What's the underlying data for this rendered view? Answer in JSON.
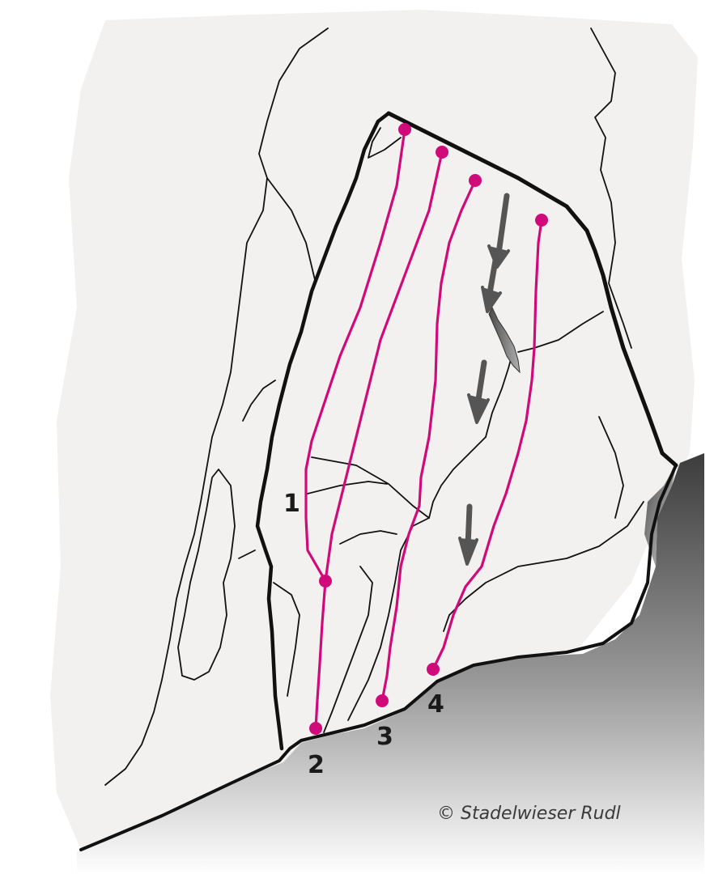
{
  "colors": {
    "route": "#d10a7a",
    "rock": "#f2f1ef",
    "outline": "#111111",
    "arrow": "#555555",
    "ground_dark": "#3a3a3a",
    "ground_light": "#ffffff"
  },
  "routes": [
    {
      "label": "1"
    },
    {
      "label": "2"
    },
    {
      "label": "3"
    },
    {
      "label": "4"
    }
  ],
  "credit": "© Stadelwieser Rudl"
}
